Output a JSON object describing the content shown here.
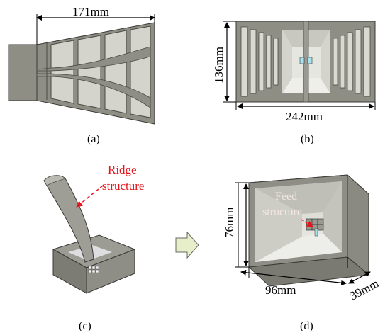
{
  "panels": {
    "a": {
      "caption": "(a)",
      "dimension": "171mm"
    },
    "b": {
      "caption": "(b)",
      "dimension_height": "136mm",
      "dimension_width": "242mm"
    },
    "c": {
      "caption": "(c)",
      "annotation_line1": "Ridge",
      "annotation_line2": "structure"
    },
    "d": {
      "caption": "(d)",
      "annotation_line1": "Feed",
      "annotation_line2": "structure",
      "dimension_height": "76mm",
      "dimension_width": "96mm",
      "dimension_depth": "39mm"
    }
  },
  "colors": {
    "body": "#8e8e85",
    "body_light": "#b7b7ae",
    "body_dark": "#6f6f67",
    "edge": "#3a3a36",
    "interior": "#d9d9d3",
    "annotation_red": "#e8141c"
  },
  "arrow_icon": "right-arrow-icon"
}
